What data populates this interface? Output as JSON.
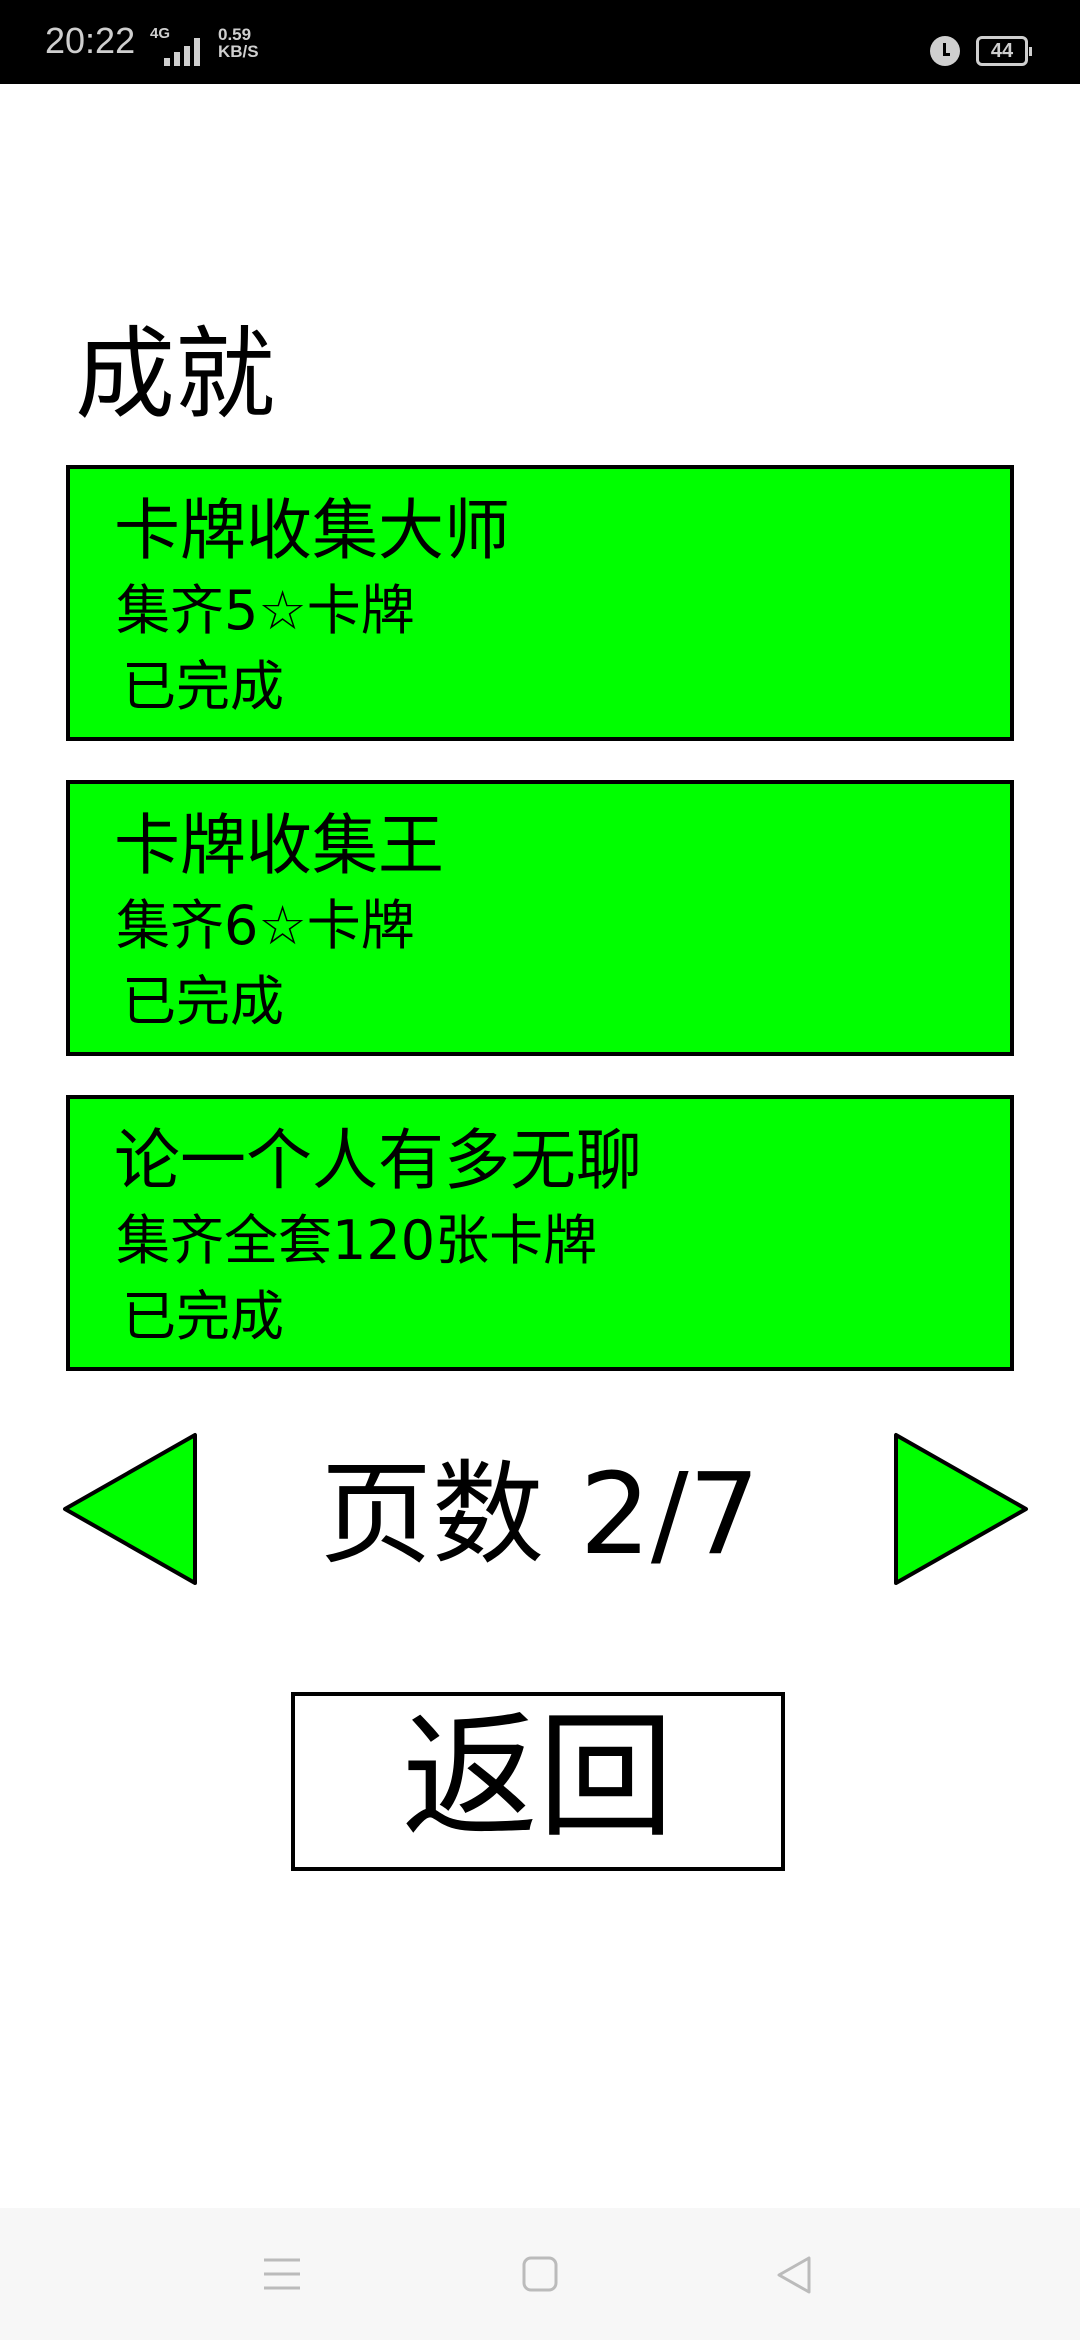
{
  "status_bar": {
    "time": "20:22",
    "network": "4G",
    "speed_value": "0.59",
    "speed_unit": "KB/S",
    "battery": "44"
  },
  "page_title": "成就",
  "achievements": [
    {
      "title": "卡牌收集大师",
      "description": "集齐5☆卡牌",
      "status": "已完成"
    },
    {
      "title": "卡牌收集王",
      "description": "集齐6☆卡牌",
      "status": "已完成"
    },
    {
      "title": "论一个人有多无聊",
      "description": "集齐全套120张卡牌",
      "status": "已完成"
    }
  ],
  "pagination": {
    "label": "页数 2/7",
    "current": 2,
    "total": 7
  },
  "back_label": "返回",
  "colors": {
    "card_bg": "#00ff00",
    "border": "#000000"
  }
}
